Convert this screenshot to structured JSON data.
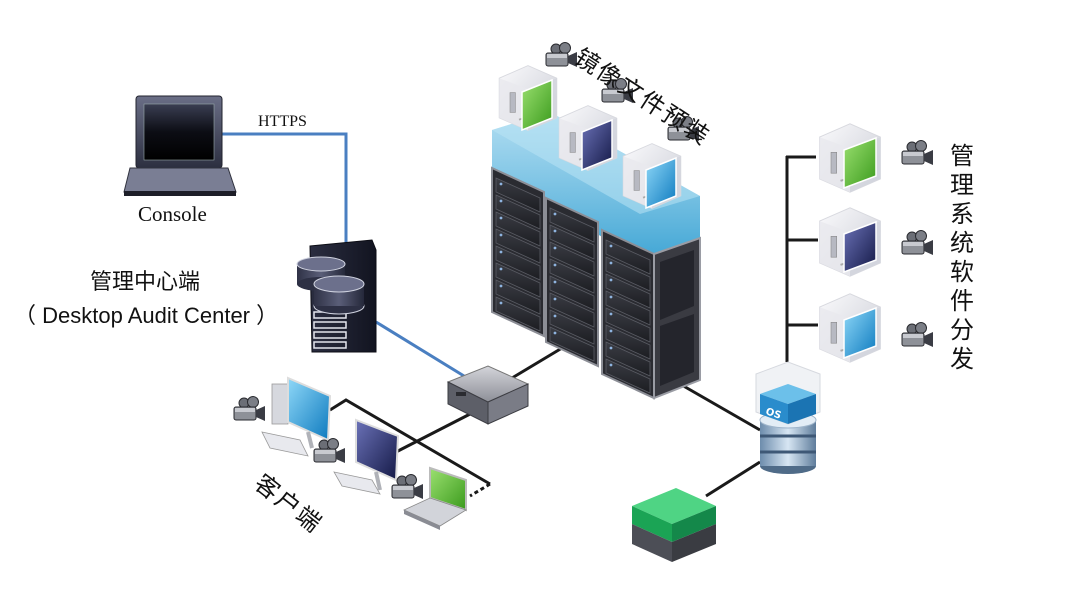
{
  "diagram": {
    "type": "network-architecture",
    "labels": {
      "https": "HTTPS",
      "console": "Console",
      "management_center_cn": "管理中心端",
      "management_center_en": "（ Desktop Audit Center ）",
      "image_preinstall": "镜像文件预装",
      "software_distribution": "管理系统软件分发",
      "client": "客户端",
      "os_badge": "OS"
    },
    "nodes": [
      {
        "id": "console",
        "kind": "laptop",
        "label": "Console"
      },
      {
        "id": "management-center",
        "kind": "server-with-databases",
        "label": "管理中心端（ Desktop Audit Center ）"
      },
      {
        "id": "switch",
        "kind": "network-switch"
      },
      {
        "id": "server-racks",
        "kind": "server-rack-cluster",
        "count": 3
      },
      {
        "id": "preinstalled-vms",
        "kind": "virtual-desktop",
        "count": 3,
        "label": "镜像文件预装"
      },
      {
        "id": "distributed-vms",
        "kind": "virtual-desktop",
        "count": 3,
        "label": "管理系统软件分发"
      },
      {
        "id": "os-storage",
        "kind": "database-with-os-image"
      },
      {
        "id": "green-appliance",
        "kind": "appliance"
      },
      {
        "id": "clients",
        "kind": "client-group",
        "members": [
          "desktop-blue",
          "desktop-navy",
          "laptop-green"
        ],
        "label": "客户端"
      }
    ],
    "edges": [
      {
        "from": "console",
        "to": "management-center",
        "protocol": "HTTPS",
        "color": "#4a7fc1"
      },
      {
        "from": "management-center",
        "to": "switch",
        "color": "#4a7fc1"
      },
      {
        "from": "switch",
        "to": "server-racks",
        "color": "#1a1a1a"
      },
      {
        "from": "switch",
        "to": "clients",
        "color": "#1a1a1a"
      },
      {
        "from": "server-racks",
        "to": "os-storage",
        "color": "#1a1a1a"
      },
      {
        "from": "os-storage",
        "to": "distributed-vms",
        "color": "#1a1a1a"
      },
      {
        "from": "os-storage",
        "to": "green-appliance",
        "color": "#1a1a1a"
      }
    ],
    "colors": {
      "https_link": "#4a7fc1",
      "lan_link": "#1a1a1a",
      "vm_green": "#5cb82e",
      "vm_navy": "#27306e",
      "vm_cyan": "#1f9ad6",
      "overlay_blue": "#3aa6d6",
      "appliance_green": "#22b35a"
    }
  }
}
